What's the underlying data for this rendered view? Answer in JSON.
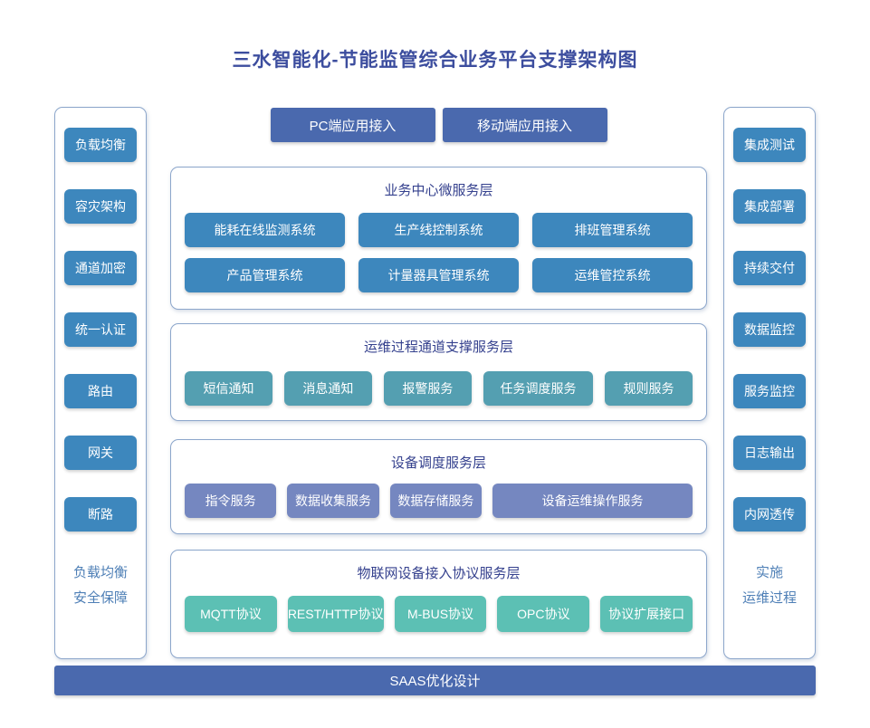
{
  "title": "三水智能化-节能监管综合业务平台支撑架构图",
  "left_panel": {
    "items": [
      "负载均衡",
      "容灾架构",
      "通道加密",
      "统一认证",
      "路由",
      "网关",
      "断路"
    ],
    "footer_lines": [
      "负载均衡",
      "安全保障"
    ]
  },
  "right_panel": {
    "items": [
      "集成测试",
      "集成部署",
      "持续交付",
      "数据监控",
      "服务监控",
      "日志输出",
      "内网透传"
    ],
    "footer_lines": [
      "实施",
      "运维过程"
    ]
  },
  "access_buttons": [
    "PC端应用接入",
    "移动端应用接入"
  ],
  "layers": [
    {
      "title": "业务中心微服务层",
      "color": "#3d87bd",
      "items": [
        "能耗在线监测系统",
        "生产线控制系统",
        "排班管理系统",
        "产品管理系统",
        "计量器具管理系统",
        "运维管控系统"
      ]
    },
    {
      "title": "运维过程通道支撑服务层",
      "color": "#549fb1",
      "items": [
        "短信通知",
        "消息通知",
        "报警服务",
        "任务调度服务",
        "规则服务"
      ]
    },
    {
      "title": "设备调度服务层",
      "color": "#7587c0",
      "items": [
        "指令服务",
        "数据收集服务",
        "数据存储服务",
        "设备运维操作服务"
      ]
    },
    {
      "title": "物联网设备接入协议服务层",
      "color": "#5cc0b4",
      "items": [
        "MQTT协议",
        "REST/HTTP协议",
        "M-BUS协议",
        "OPC协议",
        "协议扩展接口"
      ]
    }
  ],
  "bottom_bar": "SAAS优化设计",
  "colors": {
    "title_text": "#3c4d9e",
    "layer_title_text": "#35418e",
    "side_button": "#3d87bd",
    "accent_indigo": "#4a69ae",
    "panel_border": "#8ca6cb",
    "side_footer_text": "#4e7fb6"
  }
}
